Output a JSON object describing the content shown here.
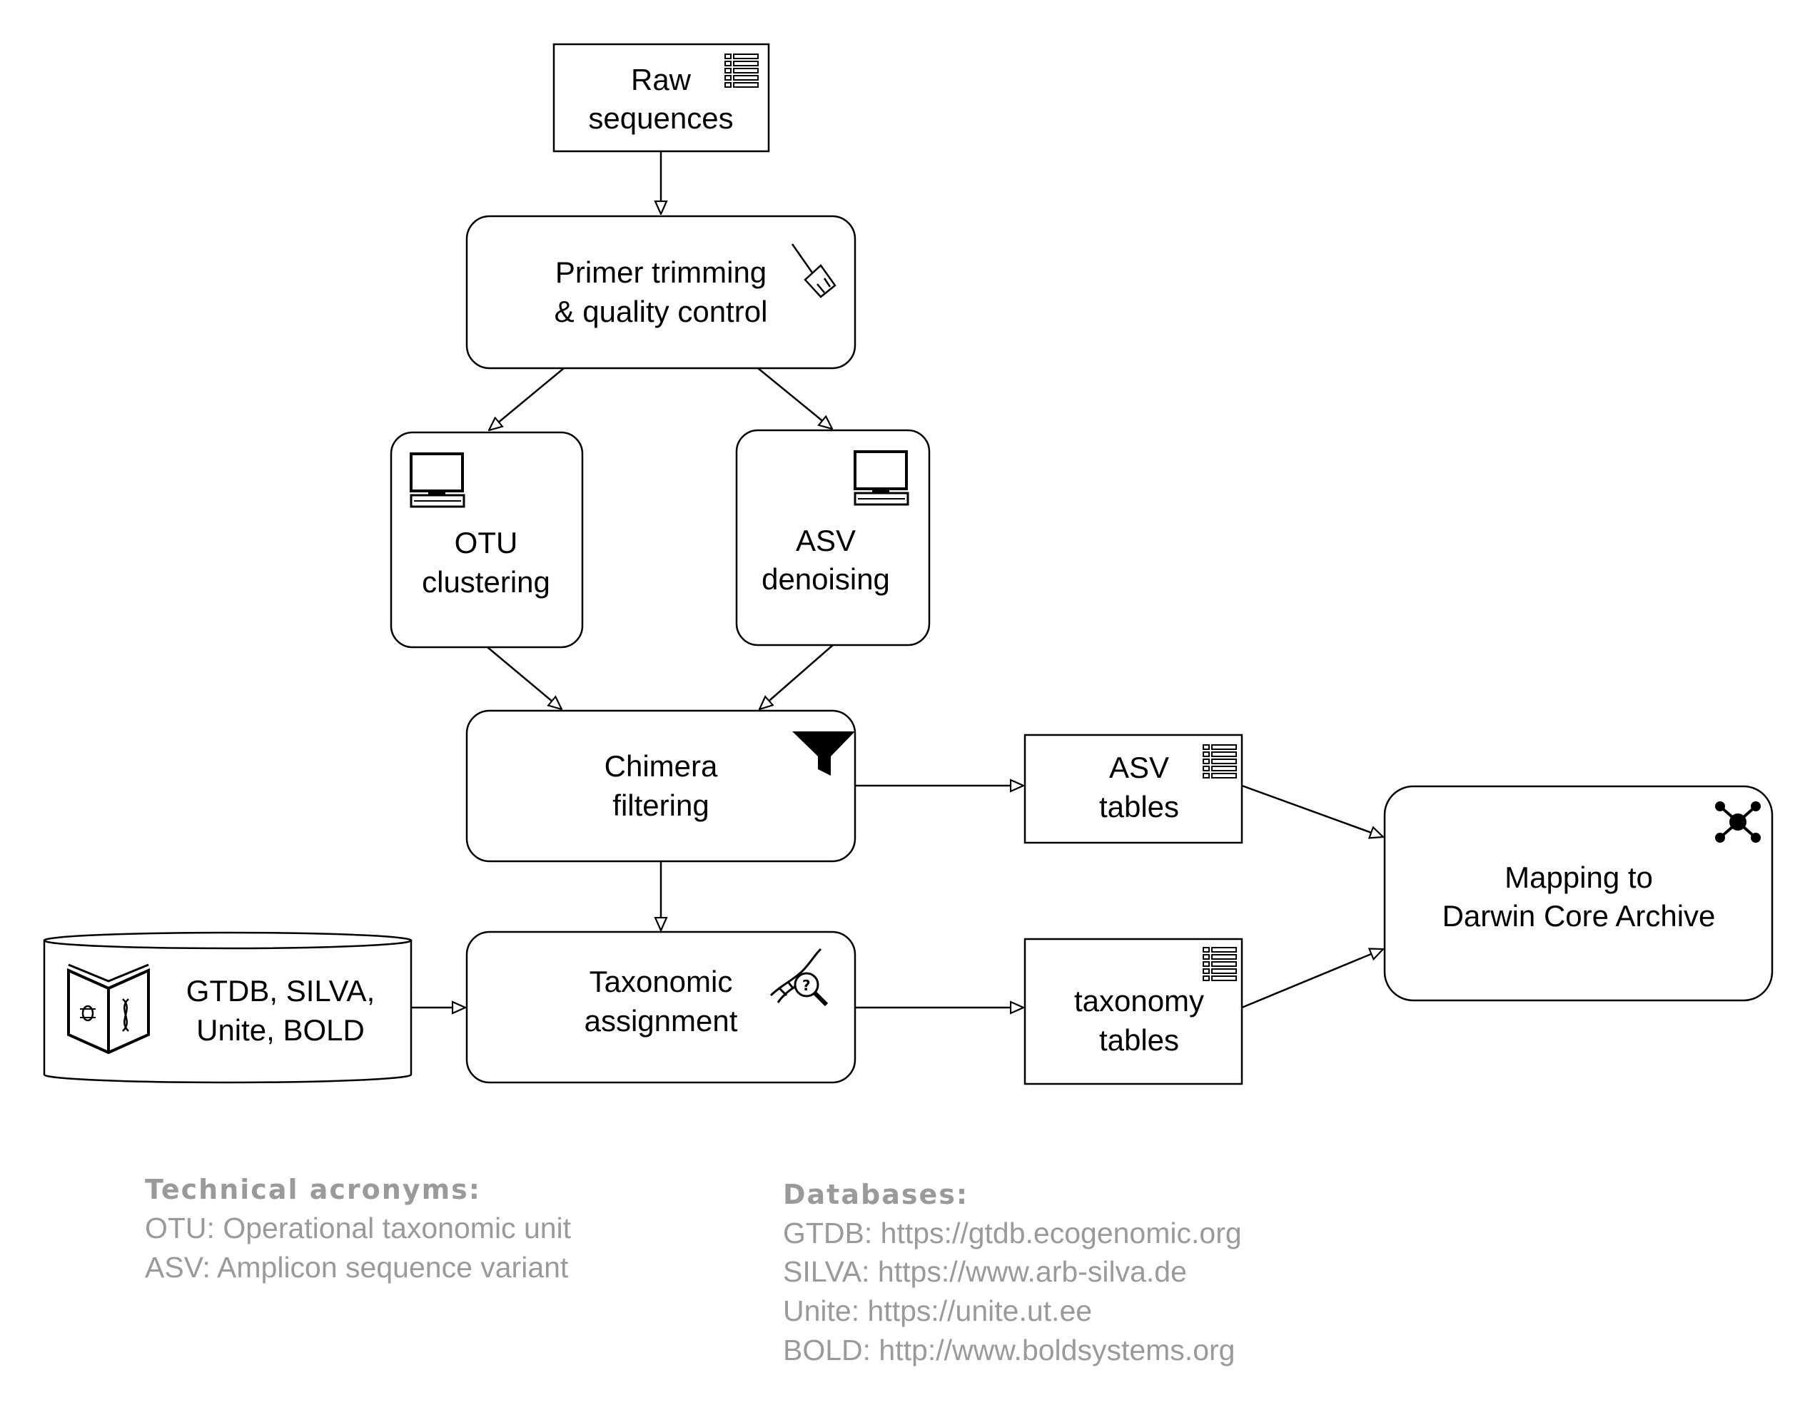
{
  "nodes": {
    "raw_sequences": {
      "line1": "Raw",
      "line2": "sequences",
      "icon": "table-icon"
    },
    "primer_trimming": {
      "line1": "Primer trimming",
      "line2": "& quality control",
      "icon": "broom-icon"
    },
    "otu_clustering": {
      "line1": "OTU",
      "line2": "clustering",
      "icon": "computer-icon"
    },
    "asv_denoising": {
      "line1": "ASV",
      "line2": "denoising",
      "icon": "computer-icon"
    },
    "chimera_filtering": {
      "line1": "Chimera",
      "line2": "filtering",
      "icon": "filter-icon"
    },
    "taxonomic_assignment": {
      "line1": "Taxonomic",
      "line2": "assignment",
      "icon": "dna-search-icon"
    },
    "reference_databases": {
      "line1": "GTDB, SILVA,",
      "line2": "Unite, BOLD",
      "icon": "book-icon"
    },
    "asv_tables": {
      "line1": "ASV",
      "line2": "tables",
      "icon": "table-icon"
    },
    "taxonomy_tables": {
      "line1": "taxonomy",
      "line2": "tables",
      "icon": "table-icon"
    },
    "darwin_core": {
      "line1": "Mapping to",
      "line2": "Darwin Core Archive",
      "icon": "network-icon"
    }
  },
  "edges": [
    {
      "from": "raw_sequences",
      "to": "primer_trimming"
    },
    {
      "from": "primer_trimming",
      "to": "otu_clustering"
    },
    {
      "from": "primer_trimming",
      "to": "asv_denoising"
    },
    {
      "from": "otu_clustering",
      "to": "chimera_filtering"
    },
    {
      "from": "asv_denoising",
      "to": "chimera_filtering"
    },
    {
      "from": "chimera_filtering",
      "to": "asv_tables"
    },
    {
      "from": "chimera_filtering",
      "to": "taxonomic_assignment"
    },
    {
      "from": "reference_databases",
      "to": "taxonomic_assignment"
    },
    {
      "from": "taxonomic_assignment",
      "to": "taxonomy_tables"
    },
    {
      "from": "asv_tables",
      "to": "darwin_core"
    },
    {
      "from": "taxonomy_tables",
      "to": "darwin_core"
    }
  ],
  "notes": {
    "acronyms": {
      "heading": "Technical acronyms:",
      "items": [
        "OTU: Operational taxonomic unit",
        "ASV: Amplicon sequence variant"
      ]
    },
    "databases": {
      "heading": "Databases:",
      "items": [
        "GTDB: https://gtdb.ecogenomic.org",
        "SILVA: https://www.arb-silva.de",
        "Unite: https://unite.ut.ee",
        "BOLD: http://www.boldsystems.org"
      ]
    }
  }
}
